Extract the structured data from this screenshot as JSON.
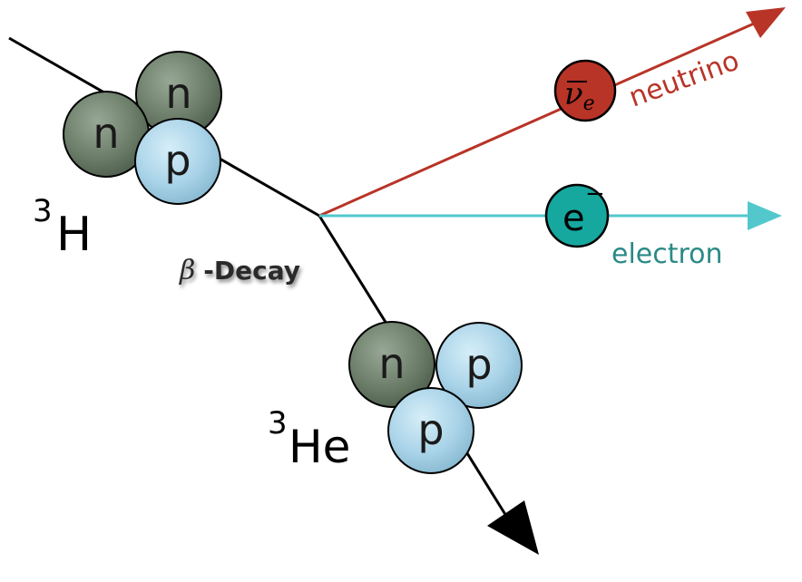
{
  "colors": {
    "neutron_fill": "#6d7f6b",
    "proton_fill": "#a9d3e8",
    "neutrino": "#b83427",
    "electron": "#52c8cc",
    "electron_dot": "#16a79f",
    "electron_text": "#2a8a86",
    "track": "#000000"
  },
  "nuclei": {
    "tritium": {
      "mass": "3",
      "symbol": "H"
    },
    "helium3": {
      "mass": "3",
      "symbol": "He"
    }
  },
  "nucleons": {
    "neutron_letter": "n",
    "proton_letter": "p"
  },
  "decay": {
    "beta": "β",
    "label": "-Decay"
  },
  "particles": {
    "neutrino": {
      "symbol": "ν",
      "subscript": "e",
      "label": "neutrino"
    },
    "electron": {
      "symbol": "e",
      "superscript": "−",
      "label": "electron"
    }
  }
}
